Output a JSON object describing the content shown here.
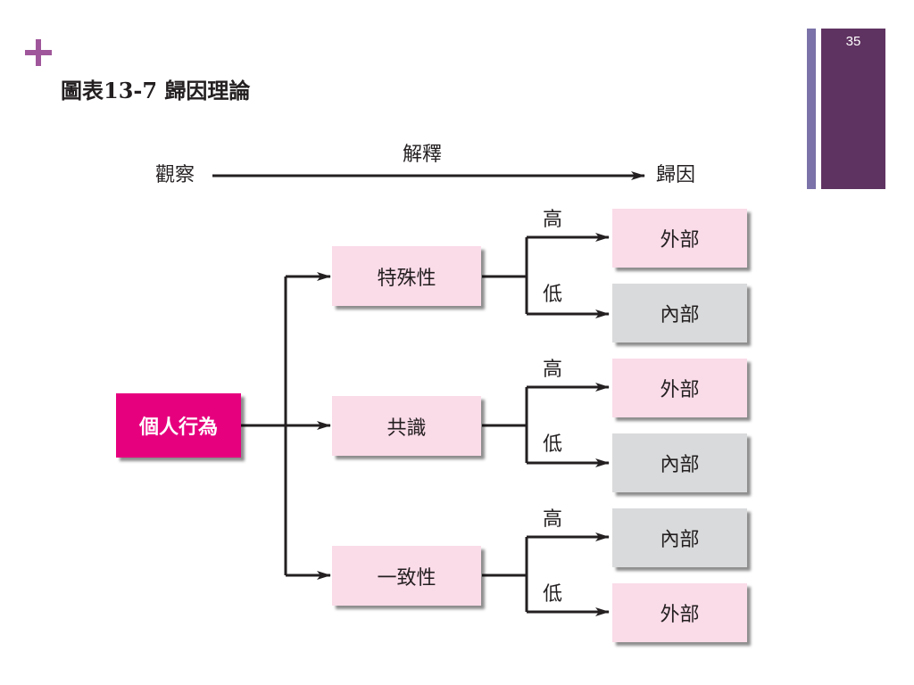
{
  "header": {
    "title": "圖表13-7 歸因理論",
    "page_number": "35"
  },
  "top_flow": {
    "source": "觀察",
    "arrow_label": "解釋",
    "target": "歸因"
  },
  "behavior": "個人行為",
  "factors": [
    {
      "label": "特殊性",
      "high_label": "高",
      "high_result": "外部",
      "low_label": "低",
      "low_result": "內部"
    },
    {
      "label": "共識",
      "high_label": "高",
      "high_result": "外部",
      "low_label": "低",
      "low_result": "內部"
    },
    {
      "label": "一致性",
      "high_label": "高",
      "high_result": "內部",
      "low_label": "低",
      "low_result": "外部"
    }
  ],
  "colors": {
    "accent_plus": "#a0569a",
    "behavior_box": "#e6007e",
    "factor_box": "#fadbe8",
    "external_result": "#fadbe8",
    "internal_result": "#d9dadb",
    "sidebar_bar": "#5f3361",
    "sidebar_thin_bar": "#7a72a8"
  }
}
